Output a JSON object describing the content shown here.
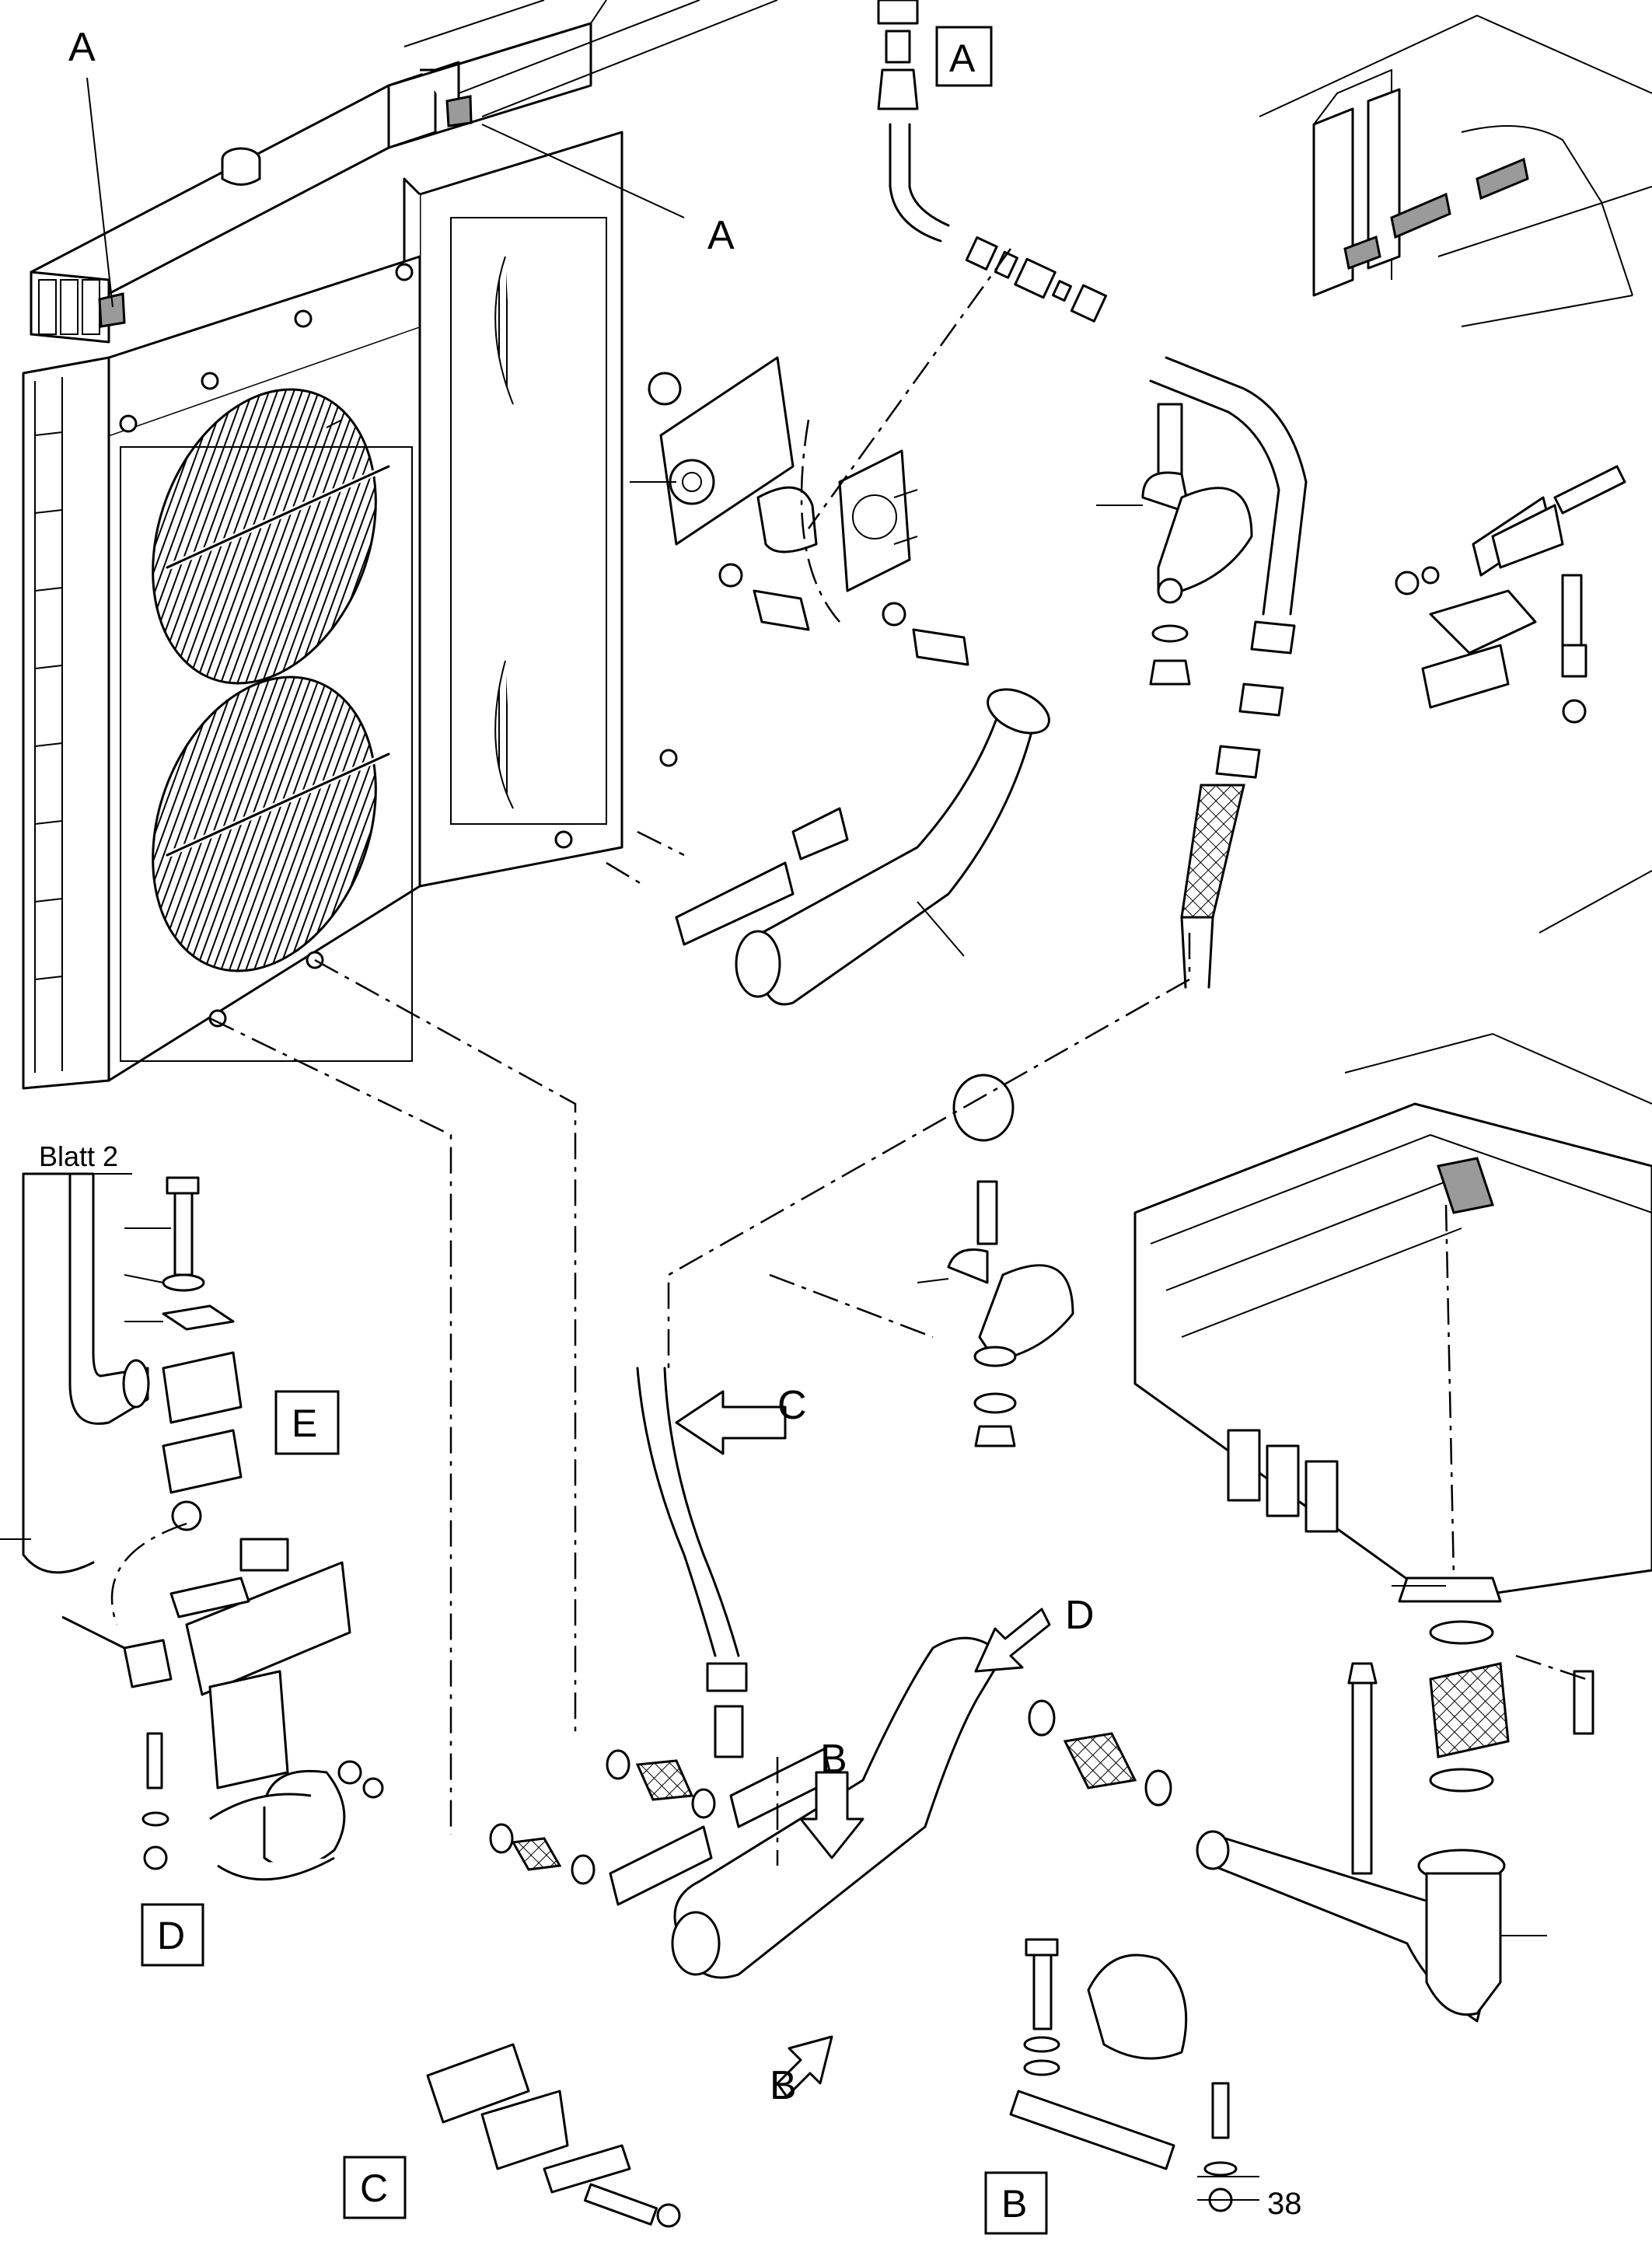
{
  "labels": {
    "A_top_left": "A",
    "A_mid": "A",
    "B_arrow_top": "B",
    "B_arrow_bottom": "B",
    "C_arrow": "C",
    "D_arrow": "D",
    "blatt": "Blatt 2",
    "item_number": "38"
  },
  "boxes": {
    "A": "A",
    "B": "B",
    "C": "C",
    "D": "D",
    "E": "E"
  }
}
